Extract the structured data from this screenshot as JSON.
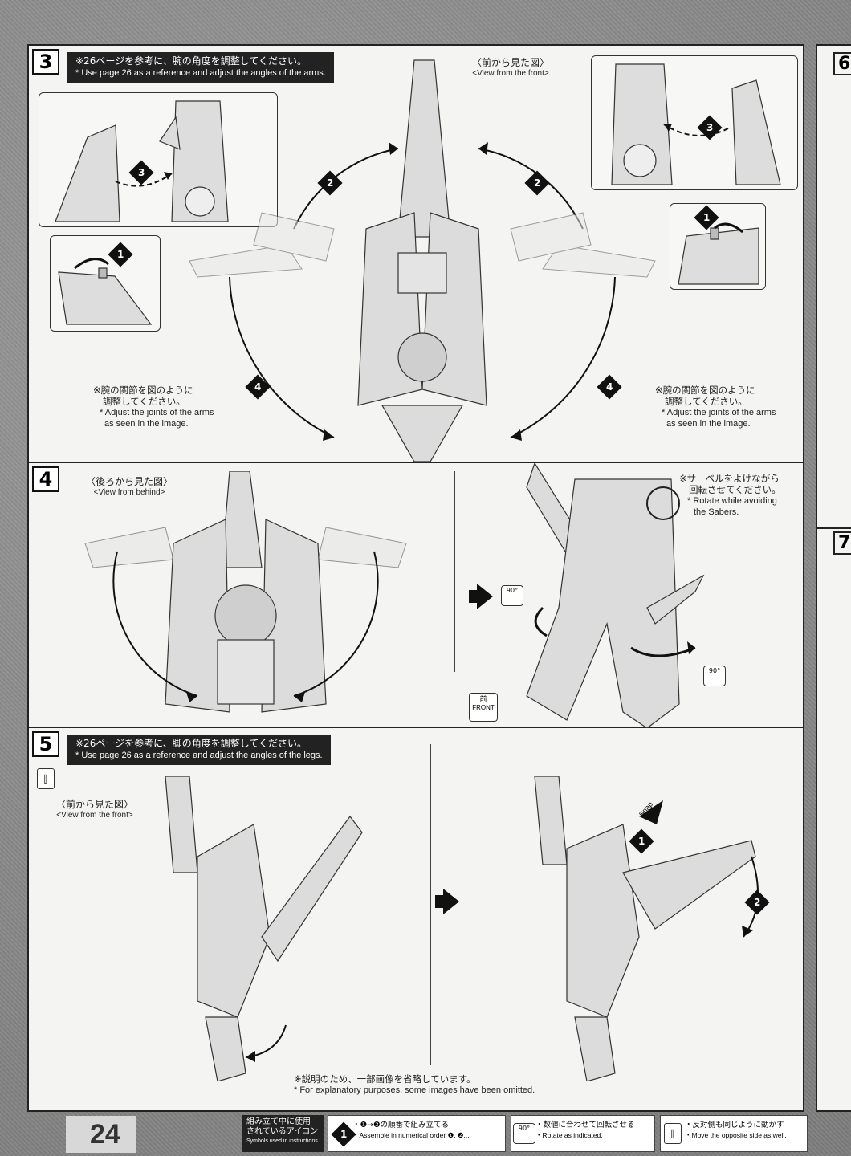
{
  "step3": {
    "number": "3",
    "note_jp": "※26ページを参考に、腕の角度を調整してください。",
    "note_en": "* Use page 26 as a reference and adjust the angles of the arms.",
    "view_jp": "〈前から見た図〉",
    "view_en": "<View from the front>",
    "joint_note_jp_1": "※腕の関節を図のように",
    "joint_note_jp_2": "調整してください。",
    "joint_note_en_1": "* Adjust the joints of the arms",
    "joint_note_en_2": "as seen in the image.",
    "badges": [
      "1",
      "2",
      "3",
      "4"
    ]
  },
  "step4": {
    "number": "4",
    "view_jp": "〈後ろから見た図〉",
    "view_en": "<View from behind>",
    "saber_note_jp_1": "※サーベルをよけながら",
    "saber_note_jp_2": "回転させてください。",
    "saber_note_en_1": "* Rotate while avoiding",
    "saber_note_en_2": "the Sabers.",
    "rotate_label": "90°",
    "front_jp": "前",
    "front_en": "FRONT"
  },
  "step5": {
    "number": "5",
    "note_jp": "※26ページを参考に、脚の角度を調整してください。",
    "note_en": "* Use page 26 as a reference and adjust the angles of the legs.",
    "view_jp": "〈前から見た図〉",
    "view_en": "<View from the front>",
    "snap_label": "Snap",
    "omit_note_jp": "※説明のため、一部画像を省略しています。",
    "omit_note_en": "* For explanatory purposes, some images have been omitted."
  },
  "next_steps": [
    "6",
    "7"
  ],
  "footer": {
    "page_number": "24",
    "legend_title_jp_1": "組み立て中に使用",
    "legend_title_jp_2": "されているアイコン",
    "legend_title_en": "Symbols used in instructions",
    "legend_order_jp": "・❶→❷の順番で組み立てる",
    "legend_order_en": "・Assemble in numerical order ❶, ❷...",
    "legend_rotate_jp": "・数値に合わせて回転させる",
    "legend_rotate_en": "・Rotate as indicated.",
    "legend_mirror_jp": "・反対側も同じように動かす",
    "legend_mirror_en": "・Move the opposite side as well."
  }
}
